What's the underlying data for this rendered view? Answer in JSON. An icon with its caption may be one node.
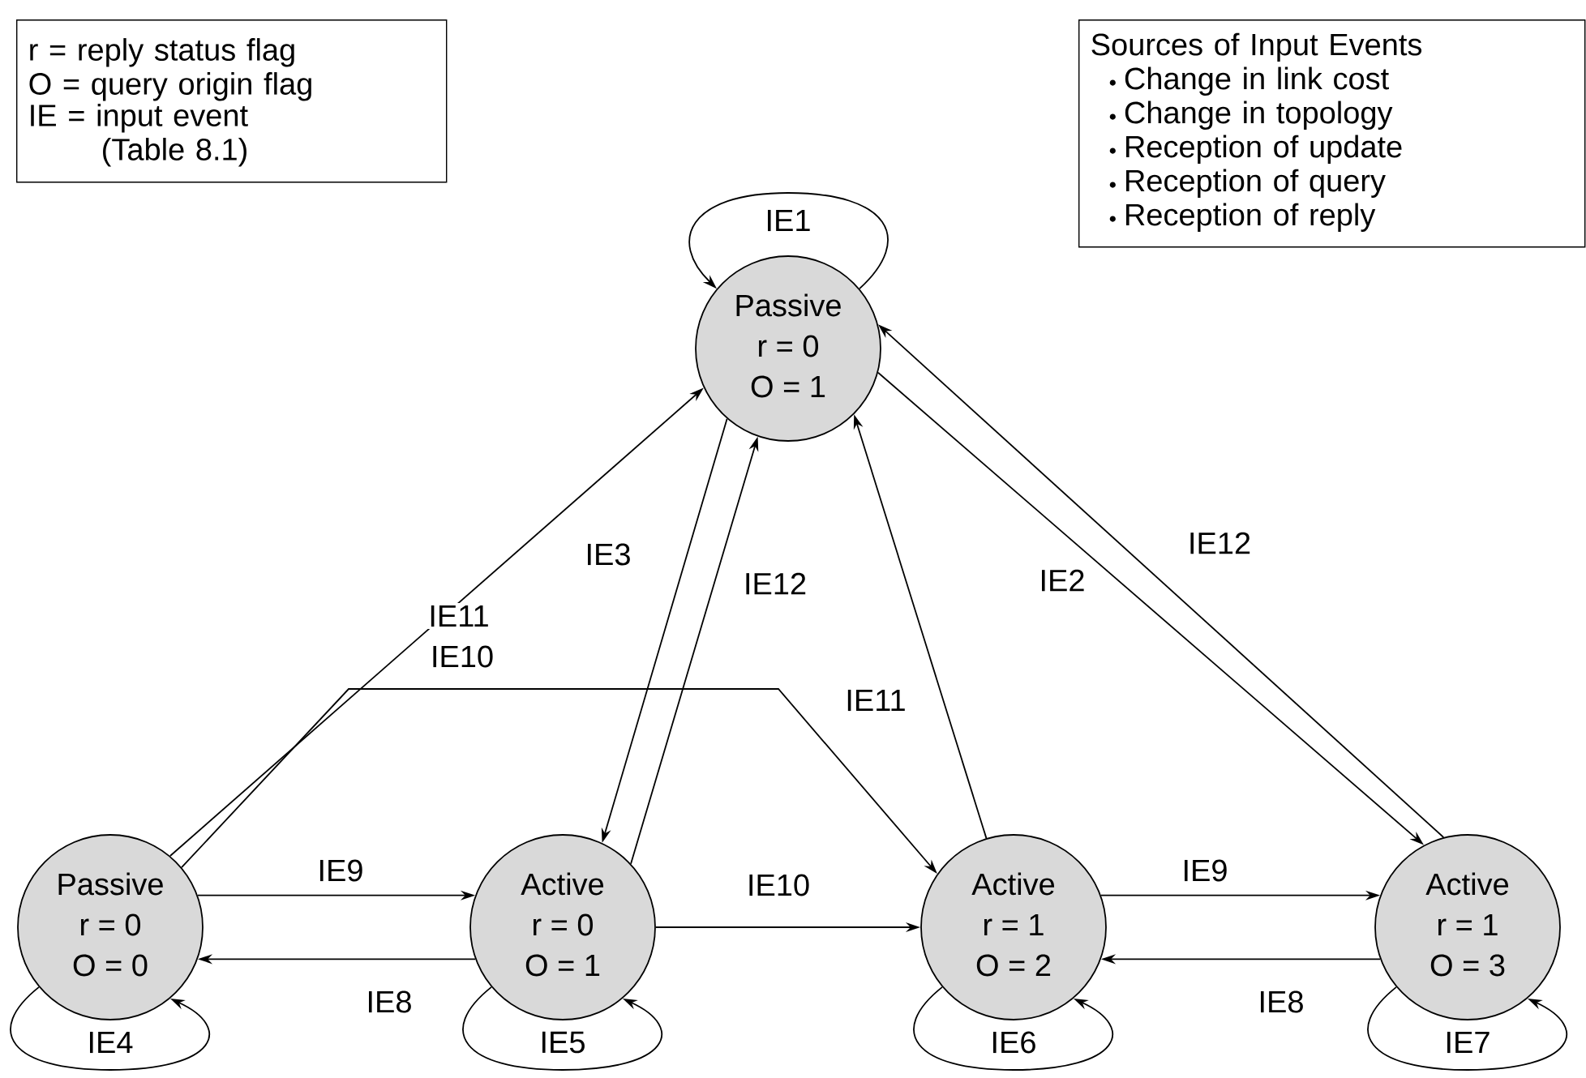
{
  "diagram": {
    "nodes": [
      {
        "text": [
          "Passive",
          "r = 0",
          "O = 1"
        ]
      },
      {
        "text": [
          "Passive",
          "r = 0",
          "O = 0"
        ]
      },
      {
        "text": [
          "Active",
          "r = 0",
          "O = 1"
        ]
      },
      {
        "text": [
          "Active",
          "r = 1",
          "O = 2"
        ]
      },
      {
        "text": [
          "Active",
          "r = 1",
          "O = 3"
        ]
      },
      {
        "text": [
          "r = reply status flag",
          "O = query origin flag",
          "IE = input event (Table 8.1)"
        ]
      },
      {
        "text": [
          "Sources of Input Events",
          "Change in link cost",
          "Change in topology",
          "Reception of update",
          "Reception of query",
          "Reception of reply"
        ]
      }
    ],
    "edges": [
      {
        "from": 0,
        "to": 0,
        "arrow": "to",
        "label": "IE1"
      },
      {
        "from": 1,
        "to": 0,
        "arrow": "to",
        "label": "IE11"
      },
      {
        "from": 0,
        "to": 2,
        "arrow": "to",
        "label": "IE3"
      },
      {
        "from": 2,
        "to": 0,
        "arrow": "to",
        "label": "IE12"
      },
      {
        "from": 1,
        "to": 3,
        "arrow": "to",
        "label": "IE10"
      },
      {
        "from": 3,
        "to": 0,
        "arrow": "to",
        "label": "IE11"
      },
      {
        "from": 0,
        "to": 4,
        "arrow": "to",
        "label": "IE2"
      },
      {
        "from": 4,
        "to": 0,
        "arrow": "to",
        "label": "IE12"
      },
      {
        "from": 1,
        "to": 2,
        "arrow": "to",
        "label": "IE9"
      },
      {
        "from": 2,
        "to": 3,
        "arrow": "to",
        "label": "IE10"
      },
      {
        "from": 3,
        "to": 4,
        "arrow": "to",
        "label": "IE9"
      },
      {
        "from": 2,
        "to": 1,
        "arrow": "to",
        "label": "IE8"
      },
      {
        "from": 4,
        "to": 3,
        "arrow": "to",
        "label": "IE8"
      },
      {
        "from": 1,
        "to": 1,
        "arrow": "to",
        "label": "IE4"
      },
      {
        "from": 2,
        "to": 2,
        "arrow": "to",
        "label": "IE5"
      },
      {
        "from": 3,
        "to": 3,
        "arrow": "to",
        "label": "IE6"
      },
      {
        "from": 4,
        "to": 4,
        "arrow": "to",
        "label": "IE7"
      }
    ]
  }
}
